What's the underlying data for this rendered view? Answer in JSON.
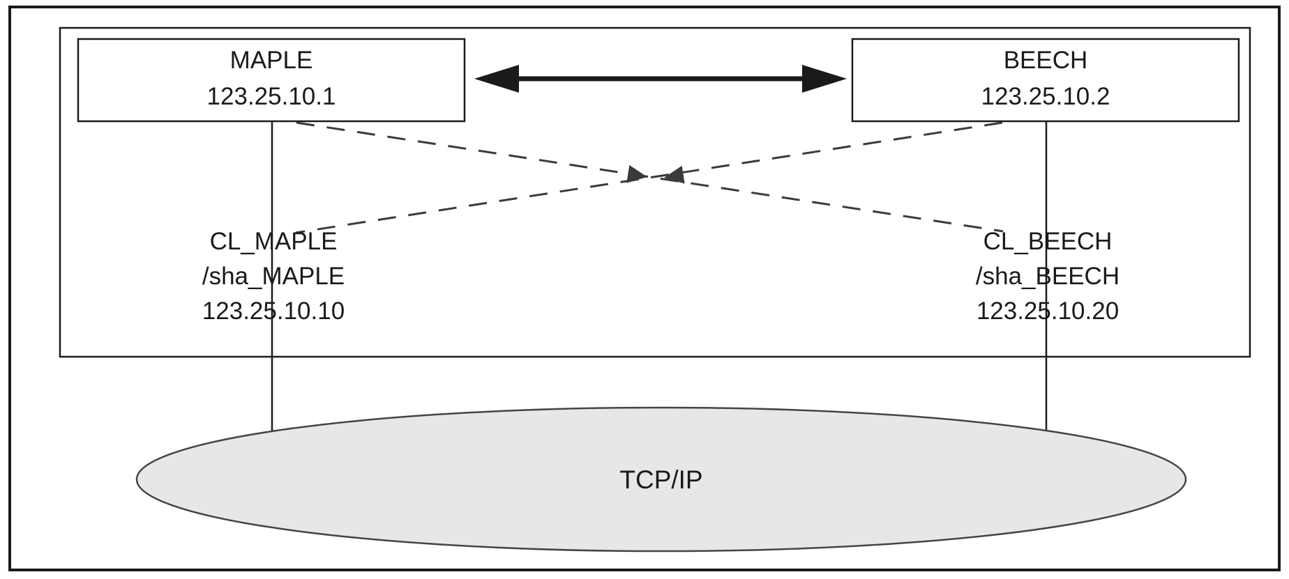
{
  "diagram": {
    "nodes": {
      "maple": {
        "name": "MAPLE",
        "ip": "123.25.10.1"
      },
      "beech": {
        "name": "BEECH",
        "ip": "123.25.10.2"
      }
    },
    "service_labels": {
      "maple": {
        "cluster": "CL_MAPLE",
        "share": "/sha_MAPLE",
        "ip": "123.25.10.10"
      },
      "beech": {
        "cluster": "CL_BEECH",
        "share": "/sha_BEECH",
        "ip": "123.25.10.20"
      }
    },
    "network": {
      "label": "TCP/IP"
    },
    "colors": {
      "stroke": "#1a1a1a",
      "ellipse_fill": "#e7e7e7",
      "ellipse_stroke": "#444444"
    }
  }
}
